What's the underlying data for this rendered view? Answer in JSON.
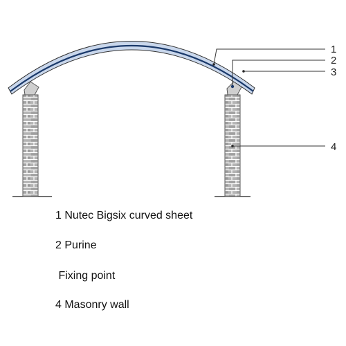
{
  "callouts": {
    "c1": "1",
    "c2": "2",
    "c3": "3",
    "c4": "4"
  },
  "legend": {
    "item1": "1 Nutec Bigsix curved sheet",
    "item2": "2 Purine",
    "item3": " Fixing point",
    "item4": "4 Masonry wall"
  },
  "colors": {
    "sheet_fill": "#c9d7ec",
    "sheet_stroke": "#1b3a6b",
    "brick_fill": "#b5b5b5",
    "mortar": "#ffffff",
    "leader_line": "#333333"
  }
}
